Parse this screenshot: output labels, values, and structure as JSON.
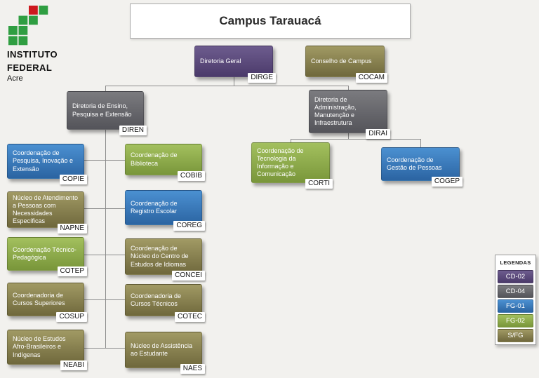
{
  "page": {
    "title": "Campus Tarauacá",
    "background": "#f2f1ee"
  },
  "logo": {
    "line1": "INSTITUTO",
    "line2": "FEDERAL",
    "line3": "Acre",
    "green": "#2f9e41",
    "red": "#cd191e"
  },
  "legend": {
    "title": "LEGENDAS",
    "items": [
      {
        "label": "CD-02",
        "color": "#5c4a7d"
      },
      {
        "label": "CD-04",
        "color": "#68686c"
      },
      {
        "label": "FG-01",
        "color": "#3b7ec0"
      },
      {
        "label": "FG-02",
        "color": "#8fb14c"
      },
      {
        "label": "S/FG",
        "color": "#8d8551"
      }
    ]
  },
  "nodes": {
    "dirge": {
      "label": "Diretoria Geral",
      "tag": "DIRGE",
      "level": "CD-02"
    },
    "cocam": {
      "label": "Conselho de Campus",
      "tag": "COCAM",
      "level": "S/FG"
    },
    "diren": {
      "label": "Diretoria de Ensino, Pesquisa e Extensão",
      "tag": "DIREN",
      "level": "CD-04"
    },
    "dirai": {
      "label": "Diretoria de Administração, Manutenção e Infraestrutura",
      "tag": "DIRAI",
      "level": "CD-04"
    },
    "copie": {
      "label": "Coordenação de Pesquisa, Inovação e Extensão",
      "tag": "COPIE",
      "level": "FG-01"
    },
    "cobib": {
      "label": "Coordenação de Biblioteca",
      "tag": "COBIB",
      "level": "FG-02"
    },
    "corti": {
      "label": "Coordenação de Tecnologia da Informação e Comunicação",
      "tag": "CORTI",
      "level": "FG-02"
    },
    "cogep": {
      "label": "Coordenação de Gestão de Pessoas",
      "tag": "COGEP",
      "level": "FG-01"
    },
    "napne": {
      "label": "Núcleo de Atendimento a Pessoas com Necessidades Específicas",
      "tag": "NAPNE",
      "level": "S/FG"
    },
    "coreg": {
      "label": "Coordenação de Registro Escolar",
      "tag": "COREG",
      "level": "FG-01"
    },
    "cotep": {
      "label": "Coordenação Técnico-Pedagógica",
      "tag": "COTEP",
      "level": "FG-02"
    },
    "concei": {
      "label": "Coordenação de Núcleo do Centro de Estudos de Idiomas",
      "tag": "CONCEI",
      "level": "S/FG"
    },
    "cosup": {
      "label": "Coordenadoria de Cursos Superiores",
      "tag": "COSUP",
      "level": "S/FG"
    },
    "cotec": {
      "label": "Coordenadoria de Cursos Técnicos",
      "tag": "COTEC",
      "level": "S/FG"
    },
    "neabi": {
      "label": "Núcleo de Estudos Afro-Brasileiros e Indígenas",
      "tag": "NEABI",
      "level": "S/FG"
    },
    "naes": {
      "label": "Núcleo de Assistência ao Estudante",
      "tag": "NAES",
      "level": "S/FG"
    }
  },
  "structure": {
    "dirge_children": [
      "diren",
      "dirai"
    ],
    "diren_children": [
      "copie",
      "cobib",
      "napne",
      "coreg",
      "cotep",
      "concei",
      "cosup",
      "cotec",
      "neabi",
      "naes"
    ],
    "dirai_children": [
      "corti",
      "cogep"
    ]
  }
}
